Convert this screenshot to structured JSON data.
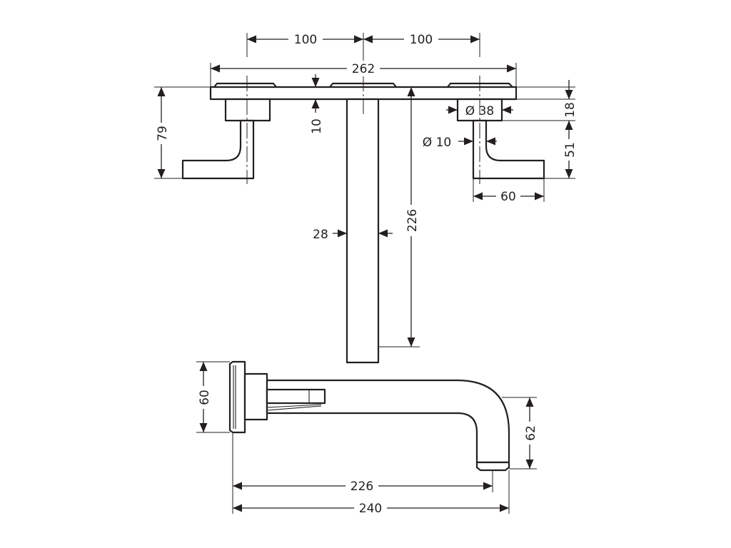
{
  "dimensions": {
    "handle_spacing_left": "100",
    "handle_spacing_right": "100",
    "plate_width": "262",
    "plate_thickness": "10",
    "handle_height": "79",
    "rosette_diameter": "Ø 38",
    "rosette_depth": "18",
    "lever_diameter": "Ø 10",
    "lever_height": "51",
    "lever_length": "60",
    "spout_width": "28",
    "spout_body_length": "226",
    "side_height": "60",
    "spout_outlet_height": "62",
    "spout_projection": "226",
    "overall_projection": "240"
  },
  "colors": {
    "line": "#231f20",
    "background": "#ffffff"
  }
}
